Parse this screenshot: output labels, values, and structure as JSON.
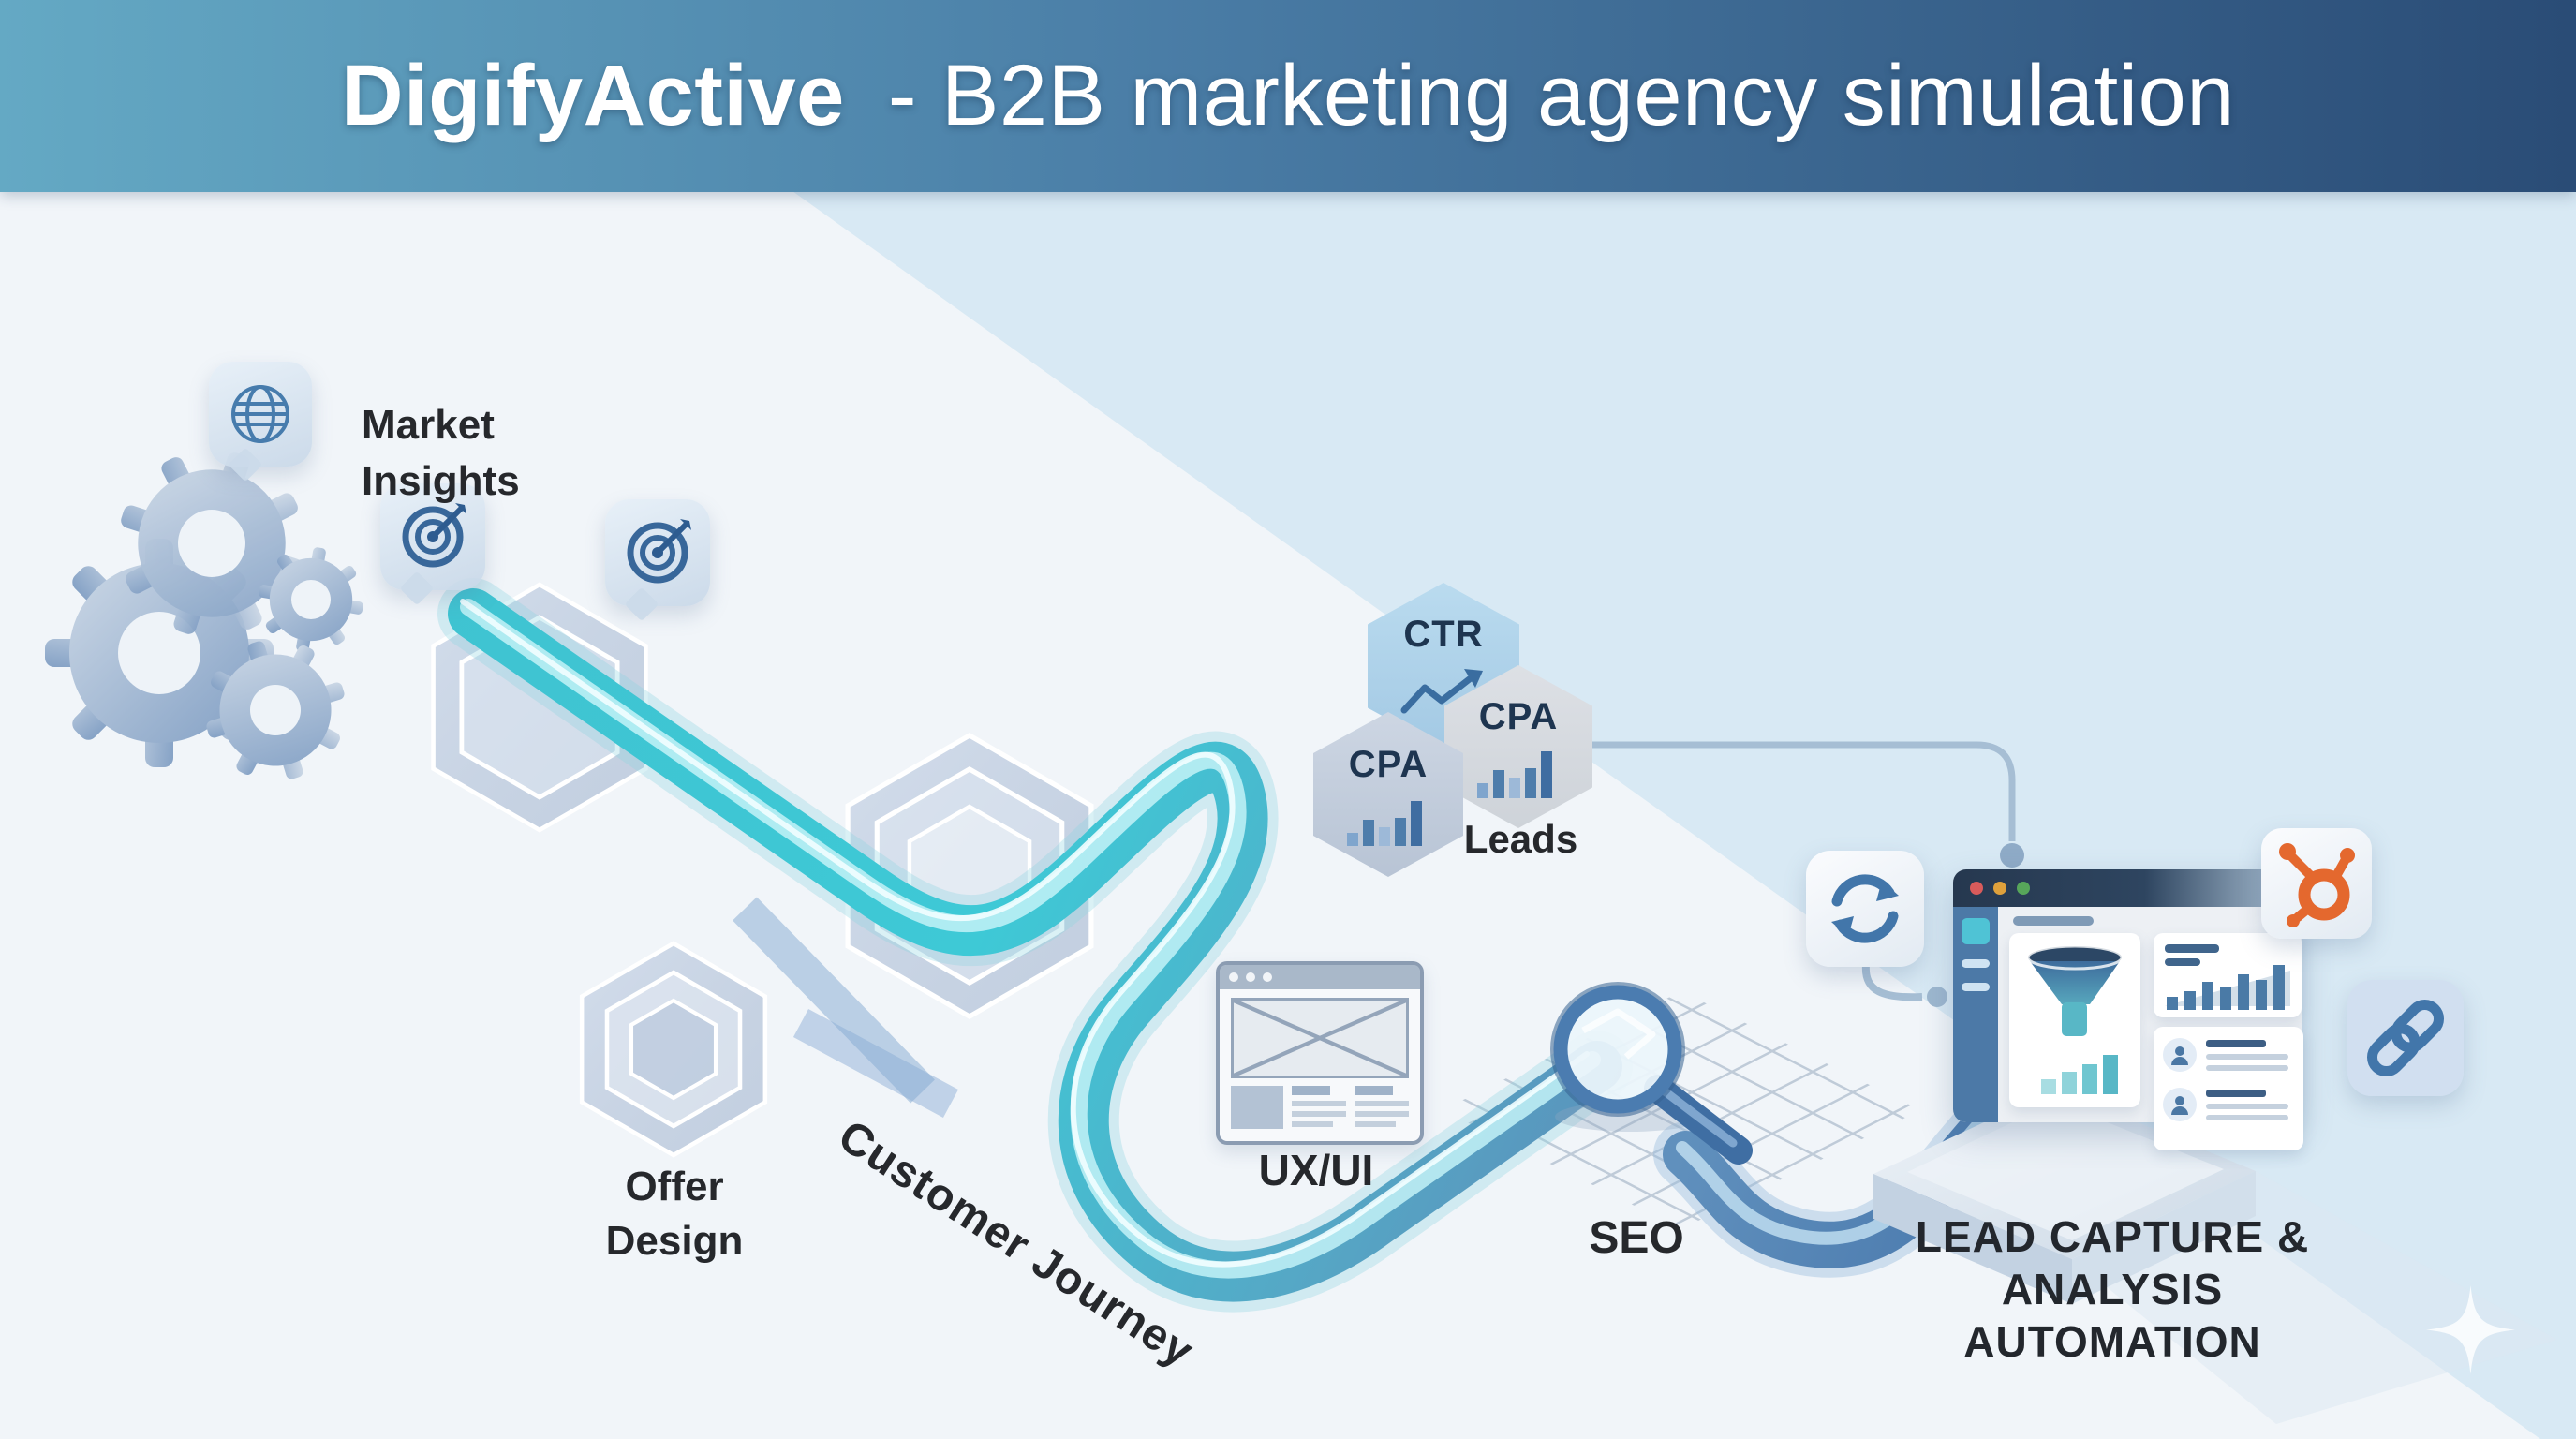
{
  "header": {
    "brand": "DigifyActive",
    "subtitle": "- B2B marketing agency simulation"
  },
  "stages": {
    "market_insights": {
      "line1": "Market",
      "line2": "Insights",
      "icon": "globe-icon"
    },
    "offer_design": {
      "line1": "Offer",
      "line2": "Design",
      "icon": "nested-hexagon-icon"
    },
    "customer_journey": {
      "label": "Customer Journey"
    },
    "uxui": {
      "label": "UX/UI",
      "icon": "browser-wireframe-icon"
    },
    "seo": {
      "label": "SEO",
      "icon": "magnifier-icon"
    },
    "lead_capture": {
      "line1": "LEAD CAPTURE &",
      "line2": "ANALYSIS AUTOMATION",
      "icon": "analytics-dashboard-icon"
    }
  },
  "metric_badges": [
    {
      "label": "CTR",
      "icon": "line-chart-up-icon"
    },
    {
      "label": "CPA",
      "icon": "bar-chart-icon"
    },
    {
      "label": "CPA",
      "icon": "bar-chart-icon"
    }
  ],
  "leads_label": "Leads",
  "integration_icons": [
    {
      "name": "sync-icon"
    },
    {
      "name": "hubspot-sprocket-icon"
    },
    {
      "name": "link-chain-icon"
    }
  ],
  "decorations": [
    "gears-icon",
    "target-icon",
    "sparkle-icon",
    "isometric-grid",
    "journey-pipe"
  ],
  "colors": {
    "header_gradient_left": "#64a9c4",
    "header_gradient_right": "#2a4c76",
    "pipe_teal": "#3fc3d1",
    "pipe_blue": "#4f7fb5",
    "accent_orange": "#e4682e",
    "background_blue": "#d8e9f4",
    "background_light": "#f1f5f9",
    "text_dark": "#26282c",
    "navy_titlebar": "#26384f"
  }
}
